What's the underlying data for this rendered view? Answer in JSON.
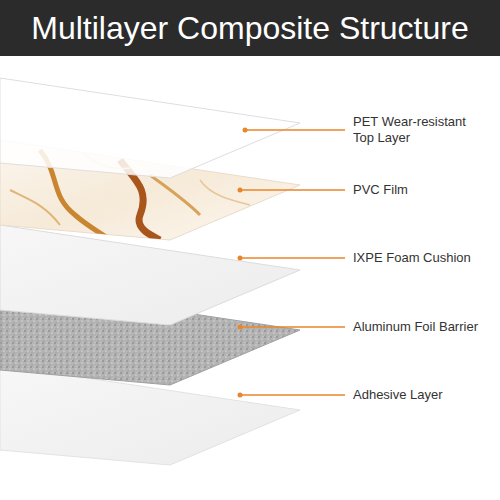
{
  "diagram": {
    "title": "Multilayer Composite Structure",
    "labels": [
      "PET Wear-resistant Top Layer",
      "PVC Film",
      "IXPE Foam Cushion",
      "Aluminum Foil Barrier",
      "Adhesive Layer"
    ]
  }
}
